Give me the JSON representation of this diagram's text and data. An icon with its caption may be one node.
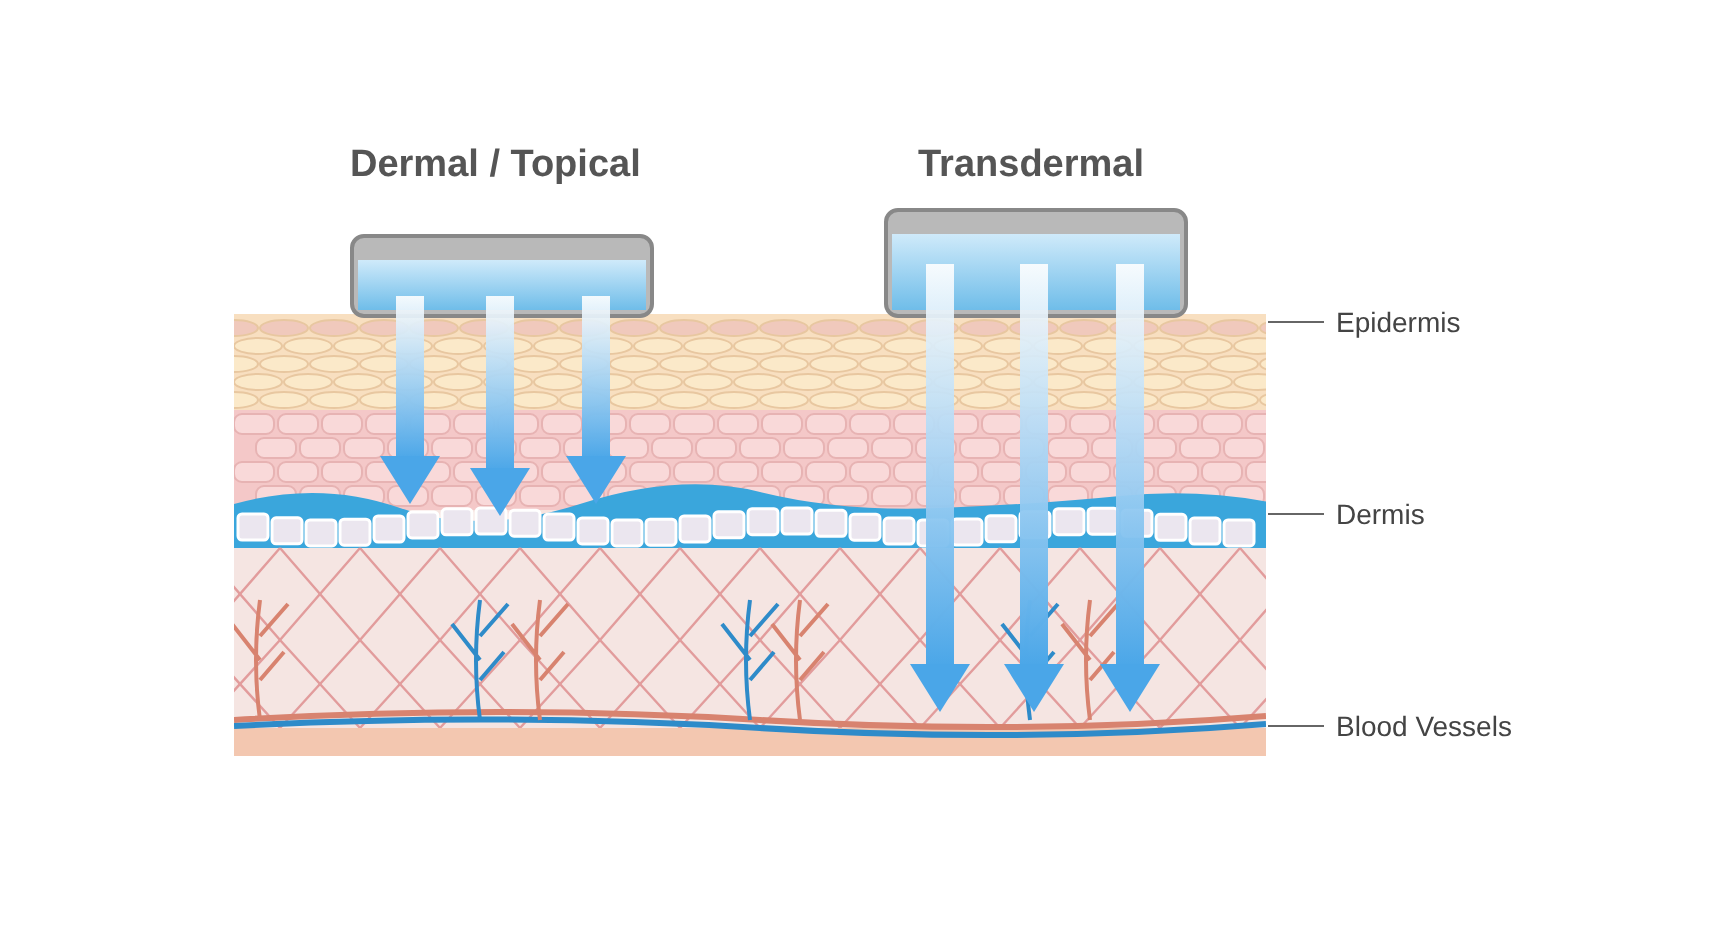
{
  "diagram": {
    "nodes": [
      {
        "text": [
          "Epidermis"
        ]
      },
      {
        "text": [
          "Dermis"
        ]
      },
      {
        "text": [
          "Blood Vessels"
        ]
      }
    ],
    "edges": [
      {
        "from": 0,
        "to": null,
        "arrow": "none"
      },
      {
        "from": 1,
        "to": null,
        "arrow": "none"
      },
      {
        "from": 2,
        "to": null,
        "arrow": "none"
      }
    ],
    "labels": [
      "Dermal / Topical",
      "Transdermal"
    ]
  }
}
